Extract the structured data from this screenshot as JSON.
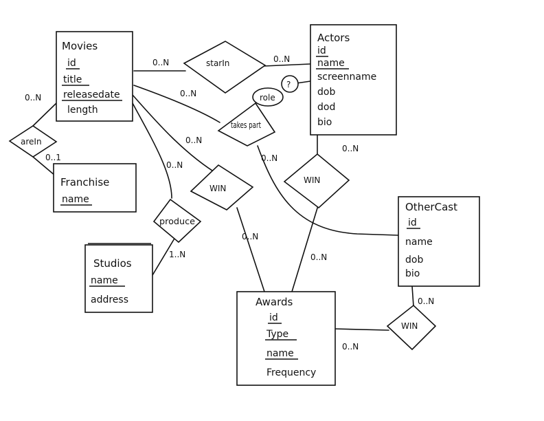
{
  "entities": {
    "movies": {
      "title": "Movies",
      "attributes": [
        "id",
        "title",
        "releasedate",
        "length"
      ]
    },
    "actors": {
      "title": "Actors",
      "attributes": [
        "id",
        "name",
        "screenname",
        "dob",
        "dod",
        "bio"
      ]
    },
    "franchise": {
      "title": "Franchise",
      "attributes": [
        "name"
      ]
    },
    "studios": {
      "title": "Studios",
      "attributes": [
        "name",
        "address"
      ]
    },
    "other_cast": {
      "title": "OtherCast",
      "attributes": [
        "id",
        "name",
        "dob",
        "bio"
      ]
    },
    "awards": {
      "title": "Awards",
      "attributes": [
        "id",
        "Type",
        "name",
        "Frequency"
      ]
    }
  },
  "relationships": {
    "star_in": "starIn",
    "take_part": "takes part",
    "role": "role",
    "role_question": "?",
    "are_in": "areIn",
    "produce": "produce",
    "win_movie": "WIN",
    "win_actor": "WIN",
    "win_other": "WIN"
  },
  "cardinalities": {
    "movies_starin": "0..N",
    "starin_actors": "0..N",
    "movies_takepart": "0..N",
    "movies_arein": "0..N",
    "arein_franchise": "0..1",
    "movies_winmovie": "0..N",
    "movies_produce": "0..N",
    "produce_studios": "1..N",
    "takepart_othercast": "0..N",
    "actors_win": "0..N",
    "winmovie_awards": "0..N",
    "winactor_awards": "0..N",
    "othercast_win": "0..N",
    "win_awards": "0..N"
  }
}
